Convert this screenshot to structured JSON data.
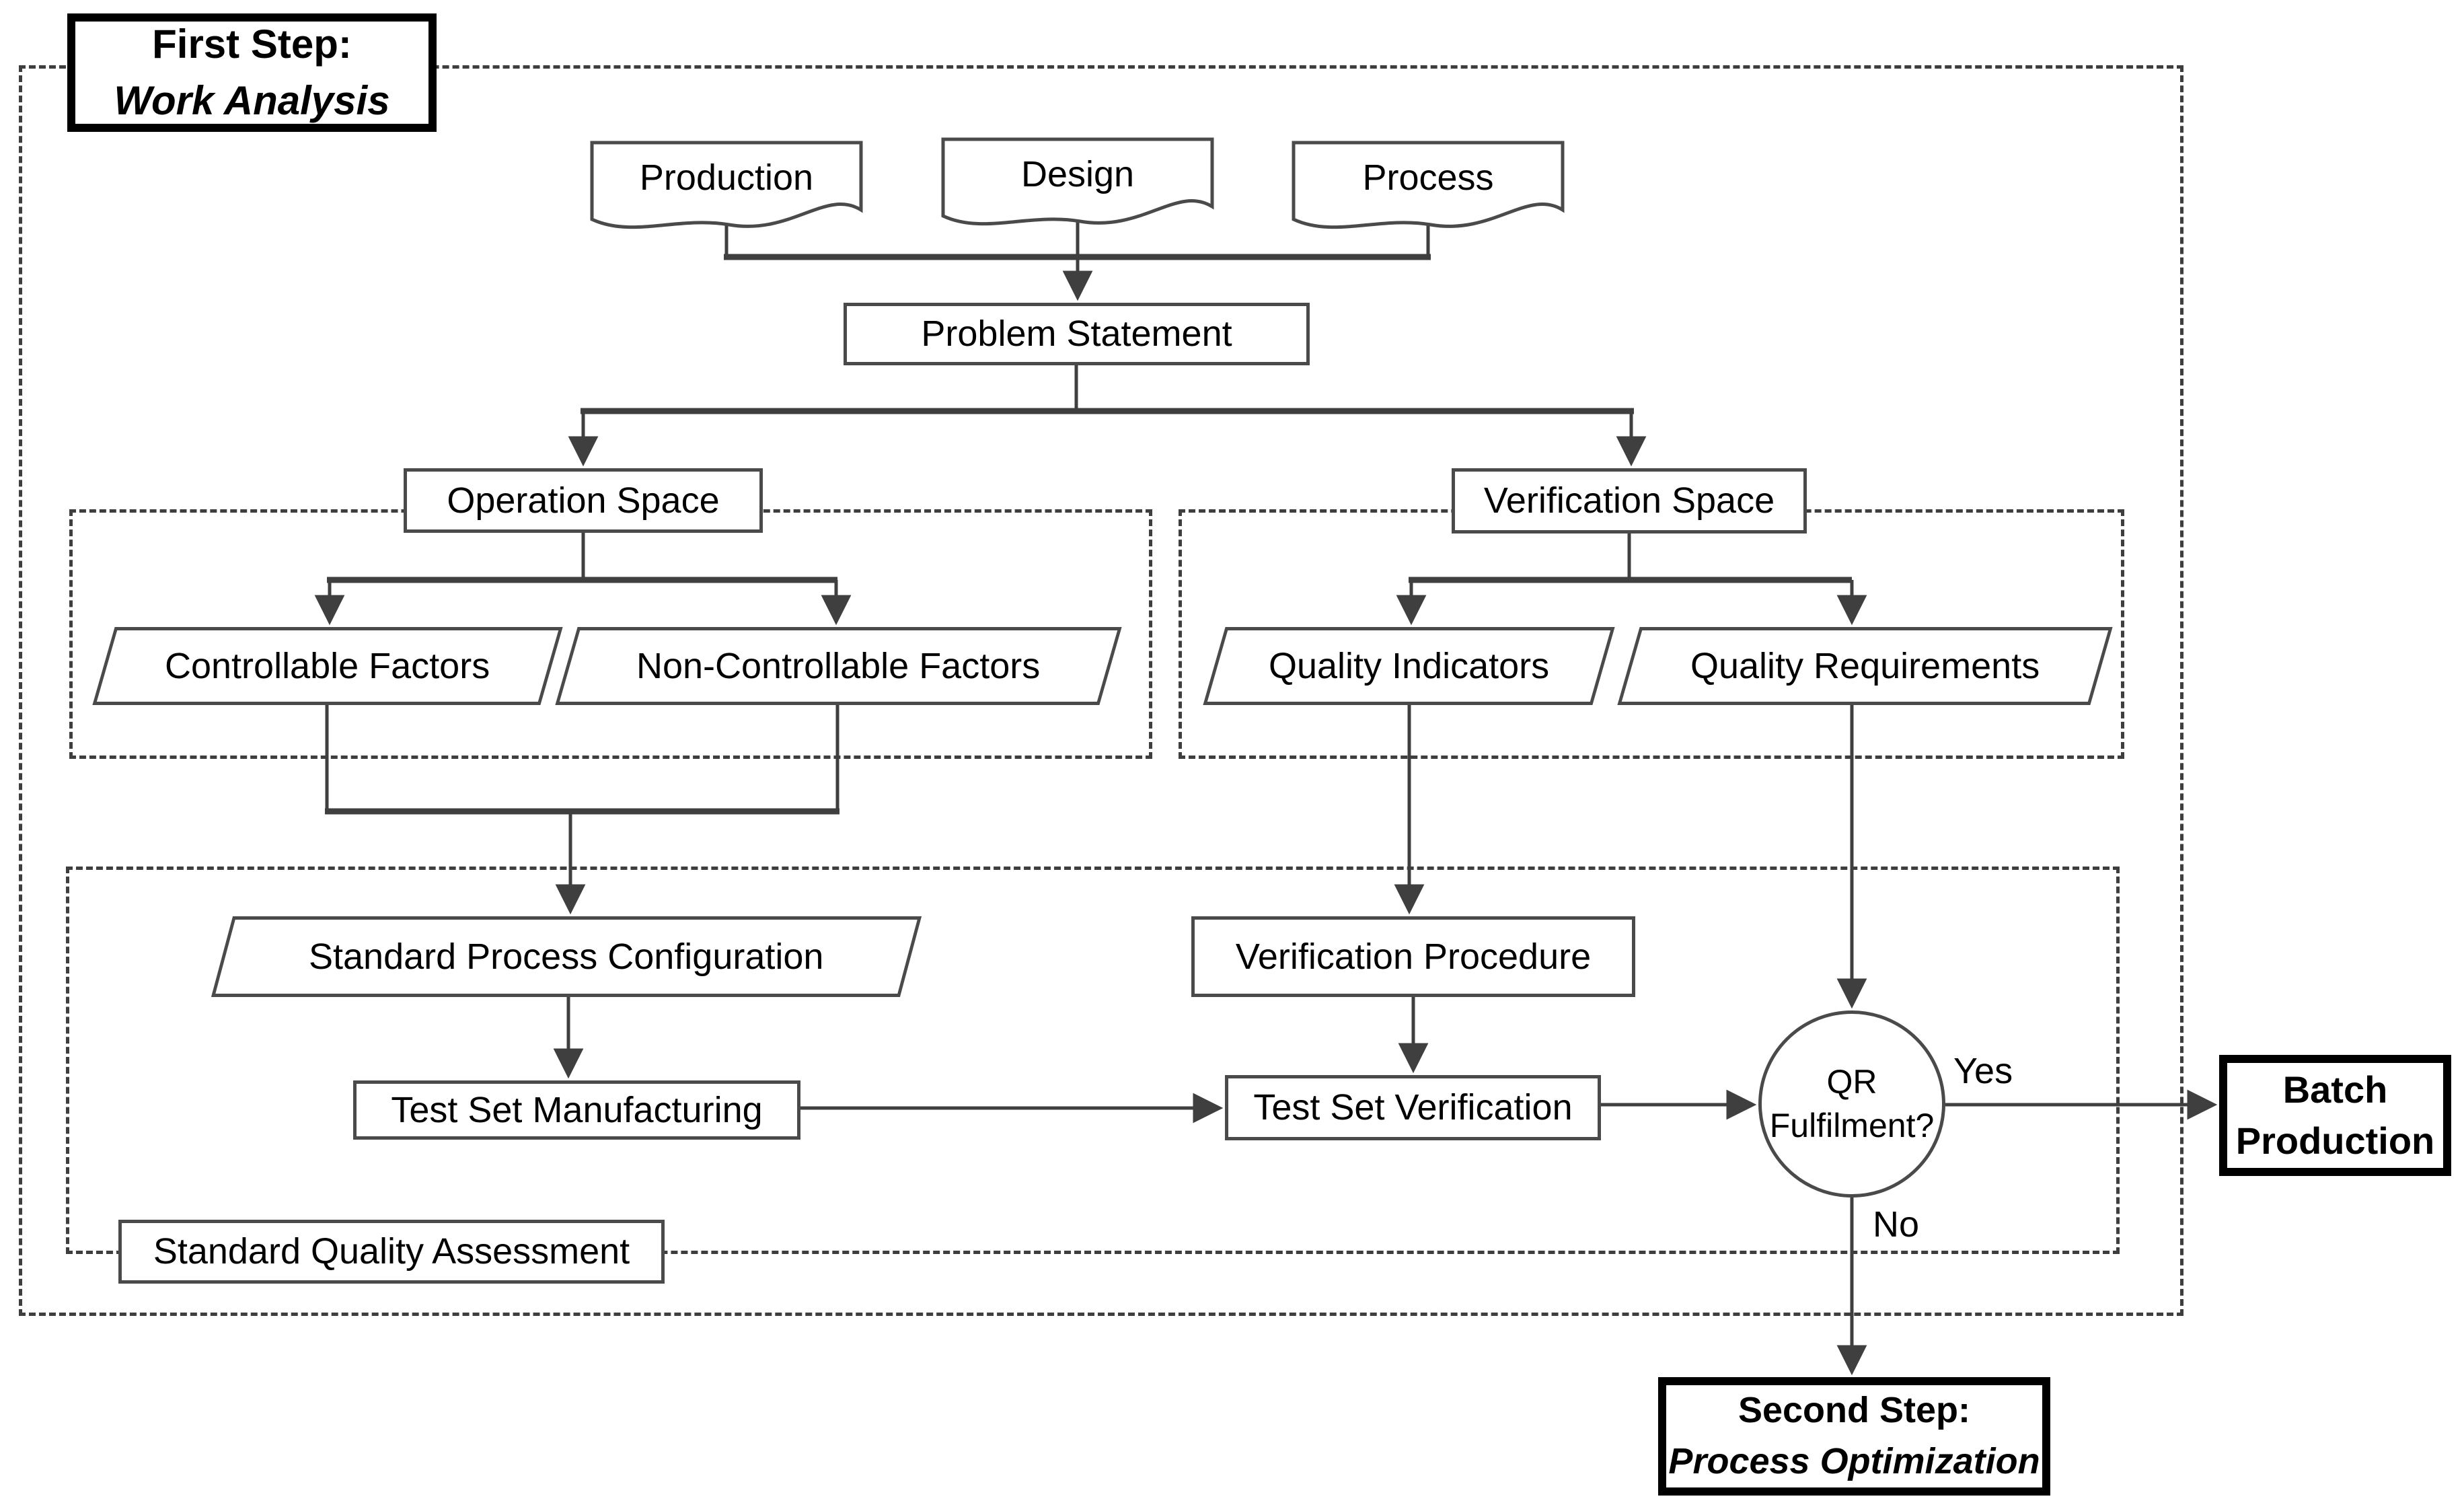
{
  "steps": {
    "first": {
      "title": "First Step:",
      "subtitle": "Work Analysis"
    },
    "second": {
      "title": "Second Step:",
      "subtitle": "Process Optimization"
    }
  },
  "documents": {
    "production": "Production",
    "design": "Design",
    "process": "Process"
  },
  "nodes": {
    "problem_statement": "Problem Statement",
    "operation_space": "Operation Space",
    "verification_space": "Verification Space",
    "controllable_factors": "Controllable Factors",
    "non_controllable_factors": "Non-Controllable Factors",
    "quality_indicators": "Quality Indicators",
    "quality_requirements": "Quality Requirements",
    "standard_process_configuration": "Standard Process Configuration",
    "verification_procedure": "Verification Procedure",
    "test_set_manufacturing": "Test Set Manufacturing",
    "test_set_verification": "Test Set Verification",
    "standard_quality_assessment": "Standard Quality Assessment"
  },
  "batch": {
    "line1": "Batch",
    "line2": "Production"
  },
  "decision": {
    "line1": "QR",
    "line2": "Fulfilment?",
    "yes": "Yes",
    "no": "No"
  },
  "colors": {
    "line": "#3f3f3f",
    "box_border": "#4a4a4a",
    "dashed_border": "#3e3e3e",
    "bold_border": "#000000",
    "text": "#000000",
    "background": "#ffffff"
  }
}
